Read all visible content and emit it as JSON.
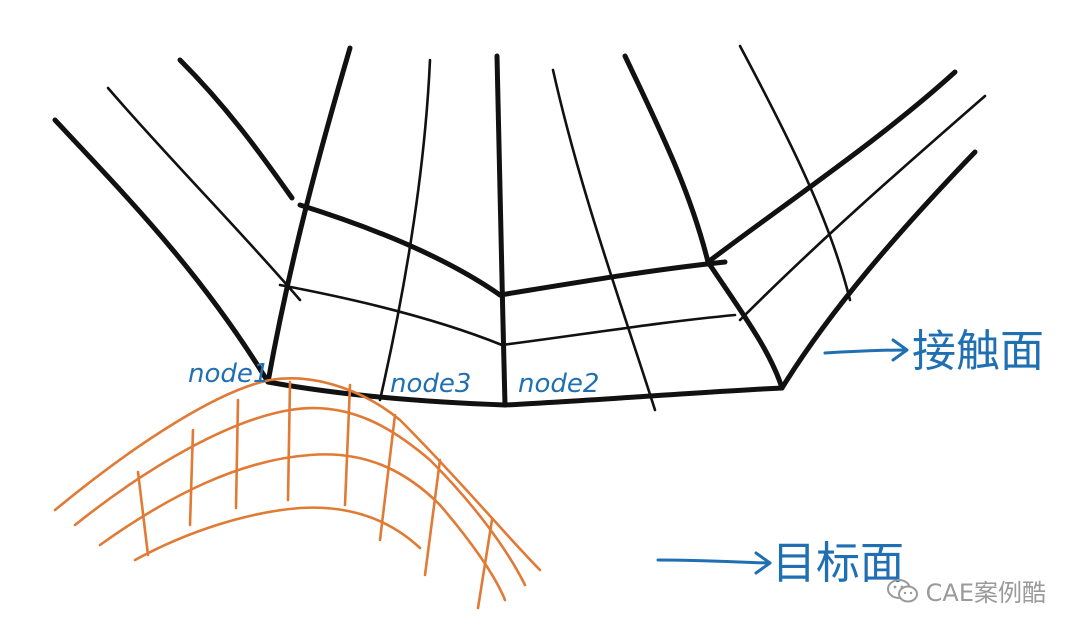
{
  "labels": {
    "node1": "node1",
    "node3": "node3",
    "node2": "node2",
    "contact_surface": "接触面",
    "target_surface": "目标面"
  },
  "watermark": {
    "text": "CAE案例酷",
    "icon": "wechat-icon"
  },
  "colors": {
    "contact_mesh": "#111111",
    "target_mesh": "#e07a35",
    "annotation": "#1f6fb2",
    "watermark": "#9a9a9a"
  }
}
